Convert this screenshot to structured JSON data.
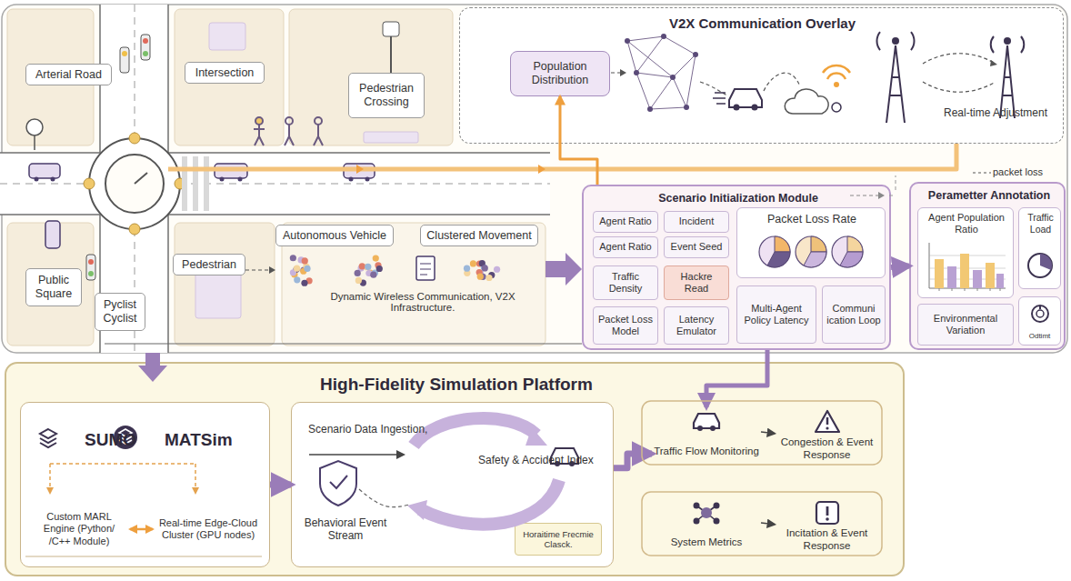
{
  "diagram": {
    "nodes": [
      {
        "text": [
          "Arterial Road"
        ]
      },
      {
        "text": [
          "Intersection"
        ]
      },
      {
        "text": [
          "Pedestrian Crossing"
        ]
      },
      {
        "text": [
          "Public Square"
        ]
      },
      {
        "text": [
          "Pyclist Cyclist"
        ]
      },
      {
        "text": [
          "Pedestrian"
        ]
      },
      {
        "text": [
          "Autonomous Vehicle"
        ]
      },
      {
        "text": [
          "Clustered Movement"
        ]
      },
      {
        "text": [
          "V2X Communication Overlay"
        ]
      },
      {
        "text": [
          "Population Distribution"
        ],
        "in": 8
      },
      {
        "text": [
          "Scenario Initialization Module"
        ]
      },
      {
        "text": [
          "Agent Ratio"
        ],
        "in": 10
      },
      {
        "text": [
          "Incident"
        ],
        "in": 10
      },
      {
        "text": [
          "Agent Ratio"
        ],
        "in": 10
      },
      {
        "text": [
          "Event Seed"
        ],
        "in": 10
      },
      {
        "text": [
          "Traffic Density"
        ],
        "in": 10
      },
      {
        "text": [
          "Hackre Read"
        ],
        "in": 10
      },
      {
        "text": [
          "Packet Loss Model"
        ],
        "in": 10
      },
      {
        "text": [
          "Latency Emulator"
        ],
        "in": 10
      },
      {
        "text": [
          "Packet Loss Rate"
        ],
        "in": 10
      },
      {
        "text": [
          "Multi-Agent Policy Latency"
        ],
        "in": 10
      },
      {
        "text": [
          "Communi ication Loop"
        ],
        "in": 10
      },
      {
        "text": [
          "Perametter Annotation"
        ]
      },
      {
        "text": [
          "Agent Population Ratio"
        ],
        "in": 22
      },
      {
        "text": [
          "Traffic Load"
        ],
        "in": 22
      },
      {
        "text": [
          "Environmental Variation"
        ],
        "in": 22
      },
      {
        "text": [
          "Odtimt"
        ],
        "in": 22
      },
      {
        "text": [
          "High-Fidelity Simulation Platform"
        ]
      },
      {
        "text": [
          "SUMO",
          "MATSim"
        ],
        "in": 27
      },
      {
        "text": [
          "Custom MARL Engine (Python/ /C++ Module)"
        ],
        "in": 28
      },
      {
        "text": [
          "Real-time Edge-Cloud Cluster (GPU nodes)"
        ],
        "in": 28
      },
      {
        "text": [
          "Scenario Data Ingestion,",
          "Behavioral Event Stream",
          "Safety & Accident Index"
        ],
        "in": 27
      },
      {
        "text": [
          "Horaitime Frecmie Clasck."
        ],
        "in": 31
      },
      {
        "text": [
          "Traffic Flow Monitoring"
        ],
        "in": 27
      },
      {
        "text": [
          "Congestion & Event Response"
        ],
        "in": 27
      },
      {
        "text": [
          "System Metrics"
        ],
        "in": 27
      },
      {
        "text": [
          "Incitation & Event Response"
        ],
        "in": 27
      }
    ],
    "edges": [
      {
        "from": 10,
        "to": 9,
        "arrow": "to"
      },
      {
        "from": 10,
        "to": 22,
        "arrow": "to"
      },
      {
        "from": 10,
        "to": 33,
        "arrow": "to"
      },
      {
        "from": 28,
        "to": 31,
        "arrow": "to"
      },
      {
        "from": 29,
        "to": 30,
        "arrow": "both"
      },
      {
        "from": 31,
        "to": 33,
        "arrow": "to"
      },
      {
        "from": 33,
        "to": 34,
        "arrow": "to"
      },
      {
        "from": 35,
        "to": 36,
        "arrow": "to"
      }
    ],
    "labels": [
      "Dynamic Wireless Communication, V2X Infrastructure.",
      "Real-time Adjustment",
      "packet loss"
    ]
  }
}
